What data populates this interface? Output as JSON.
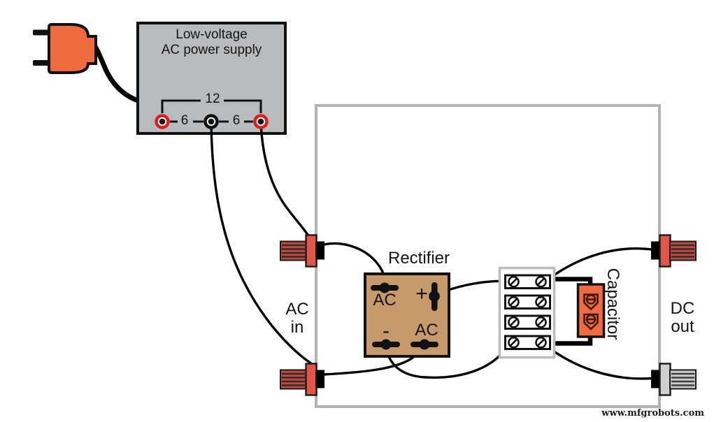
{
  "power_supply": {
    "title_line1": "Low-voltage",
    "title_line2": "AC power supply",
    "terminal_span_label": "12",
    "terminal_left_label": "6",
    "terminal_right_label": "6"
  },
  "board": {
    "ac_in": {
      "line1": "AC",
      "line2": "in"
    },
    "dc_out": {
      "line1": "DC",
      "line2": "out"
    },
    "rectifier": {
      "title": "Rectifier",
      "terminal_ac_top": "AC",
      "terminal_plus": "+",
      "terminal_minus": "-",
      "terminal_ac_bottom": "AC"
    },
    "capacitor": {
      "label": "Capacitor"
    }
  },
  "watermark": "www.mfgrobots.com",
  "colors": {
    "orange": "#ef6a3f",
    "psu_gray": "#b9bcbe",
    "rectifier_tan": "#c69a6b",
    "board_border": "#b1b4b6",
    "strip_border": "#bcbcbc",
    "terminal_red_solid": "#e25549",
    "terminal_red_ribbed": "#c4483d",
    "terminal_gray_solid": "#d0d0d0",
    "terminal_gray_ribbed": "#cccccc",
    "ring_red": "#e11e1e",
    "wire_black": "#000000",
    "capacitor_symbol": "#401804"
  }
}
